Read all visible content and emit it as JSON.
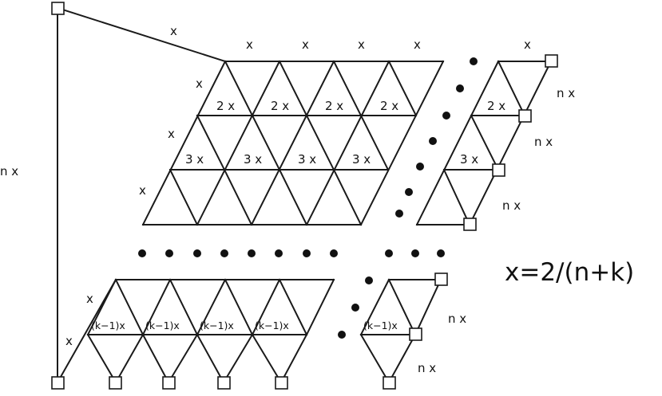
{
  "labels": {
    "x": "x",
    "nx": "n x",
    "two_x": "2 x",
    "three_x": "3 x",
    "k_minus_1_x": "(k−1)x"
  },
  "formula": "x=2/(n+k)"
}
